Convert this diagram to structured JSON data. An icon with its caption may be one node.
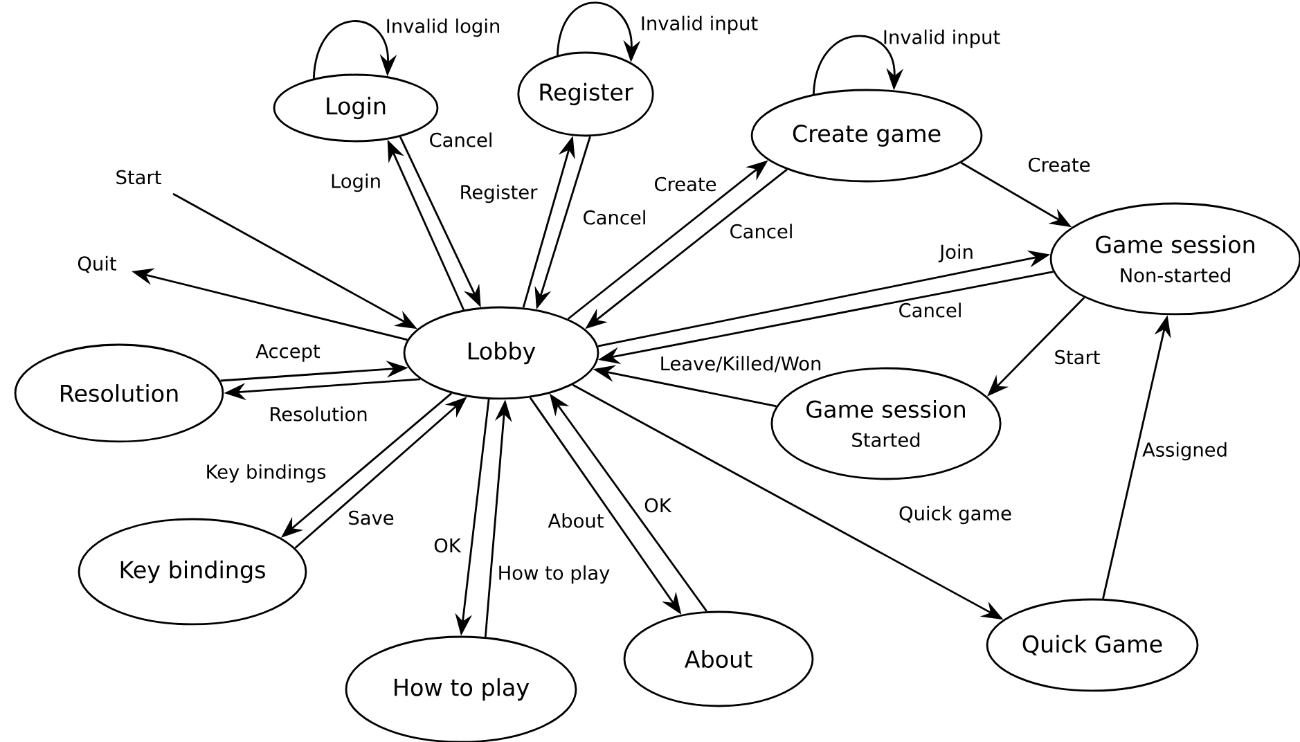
{
  "diagram": {
    "nodes": [
      {
        "text": [
          "Login"
        ]
      },
      {
        "text": [
          "Register"
        ]
      },
      {
        "text": [
          "Create game"
        ]
      },
      {
        "text": [
          "Game session",
          "Non-started"
        ]
      },
      {
        "text": [
          "Lobby"
        ]
      },
      {
        "text": [
          "Resolution"
        ]
      },
      {
        "text": [
          "Game session",
          "Started"
        ]
      },
      {
        "text": [
          "Key bindings"
        ]
      },
      {
        "text": [
          "How to play"
        ]
      },
      {
        "text": [
          "About"
        ]
      },
      {
        "text": [
          "Quick Game"
        ]
      }
    ],
    "edges": [
      {
        "from": null,
        "to": 4,
        "arrow": "to",
        "label": "Start"
      },
      {
        "from": 4,
        "to": null,
        "arrow": "to",
        "label": "Quit"
      },
      {
        "from": 4,
        "to": 0,
        "arrow": "to",
        "label": "Login"
      },
      {
        "from": 0,
        "to": 4,
        "arrow": "to",
        "label": "Cancel"
      },
      {
        "from": 0,
        "to": 0,
        "arrow": "to",
        "label": "Invalid login"
      },
      {
        "from": 4,
        "to": 1,
        "arrow": "to",
        "label": "Register"
      },
      {
        "from": 1,
        "to": 4,
        "arrow": "to",
        "label": "Cancel"
      },
      {
        "from": 1,
        "to": 1,
        "arrow": "to",
        "label": "Invalid input"
      },
      {
        "from": 4,
        "to": 2,
        "arrow": "to",
        "label": "Create"
      },
      {
        "from": 2,
        "to": 4,
        "arrow": "to",
        "label": "Cancel"
      },
      {
        "from": 2,
        "to": 2,
        "arrow": "to",
        "label": "Invalid input"
      },
      {
        "from": 2,
        "to": 3,
        "arrow": "to",
        "label": "Create"
      },
      {
        "from": 4,
        "to": 3,
        "arrow": "to",
        "label": "Join"
      },
      {
        "from": 3,
        "to": 4,
        "arrow": "to",
        "label": "Cancel"
      },
      {
        "from": 3,
        "to": 6,
        "arrow": "to",
        "label": "Start"
      },
      {
        "from": 6,
        "to": 4,
        "arrow": "to",
        "label": "Leave/Killed/Won"
      },
      {
        "from": 5,
        "to": 4,
        "arrow": "to",
        "label": "Accept"
      },
      {
        "from": 4,
        "to": 5,
        "arrow": "to",
        "label": "Resolution"
      },
      {
        "from": 4,
        "to": 7,
        "arrow": "to",
        "label": "Key bindings"
      },
      {
        "from": 7,
        "to": 4,
        "arrow": "to",
        "label": "Save"
      },
      {
        "from": 4,
        "to": 8,
        "arrow": "to",
        "label": "OK"
      },
      {
        "from": 8,
        "to": 4,
        "arrow": "to",
        "label": "How to play"
      },
      {
        "from": 4,
        "to": 9,
        "arrow": "to",
        "label": "About"
      },
      {
        "from": 9,
        "to": 4,
        "arrow": "to",
        "label": "OK"
      },
      {
        "from": 4,
        "to": 10,
        "arrow": "to",
        "label": "Quick game"
      },
      {
        "from": 10,
        "to": 3,
        "arrow": "to",
        "label": "Assigned"
      }
    ]
  }
}
